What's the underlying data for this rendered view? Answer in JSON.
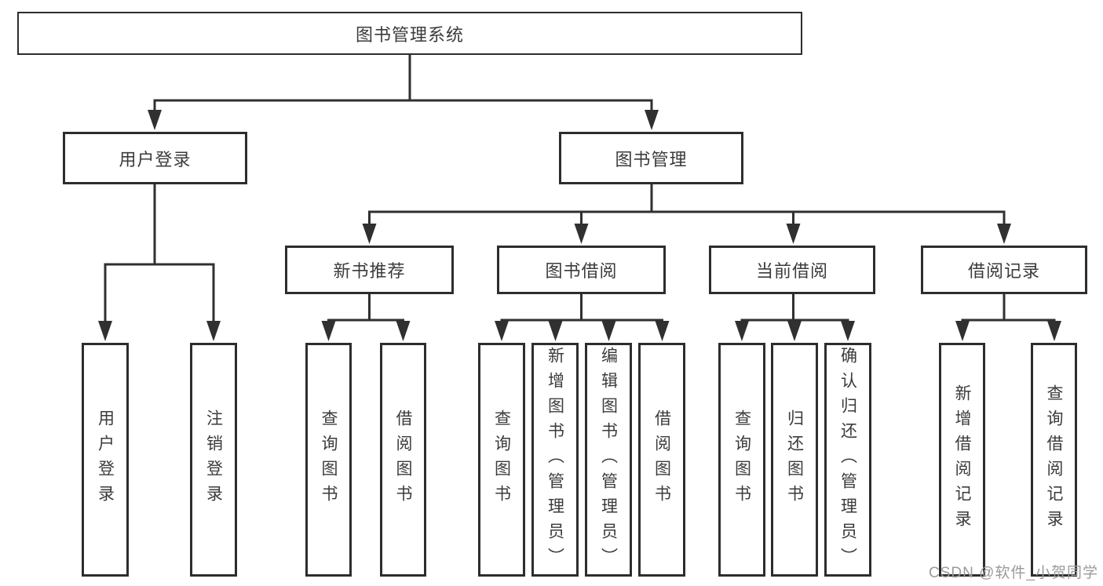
{
  "tree": {
    "root": "图书管理系统",
    "user_login": {
      "label": "用户登录",
      "children": [
        "用户登录",
        "注销登录"
      ]
    },
    "book_mgmt": {
      "label": "图书管理",
      "sections": [
        {
          "label": "新书推荐",
          "children": [
            "查询图书",
            "借阅图书"
          ]
        },
        {
          "label": "图书借阅",
          "children": [
            "查询图书",
            "新增图书（管理员）",
            "编辑图书（管理员）",
            "借阅图书"
          ]
        },
        {
          "label": "当前借阅",
          "children": [
            "查询图书",
            "归还图书",
            "确认归还（管理员）"
          ]
        },
        {
          "label": "借阅记录",
          "children": [
            "新增借阅记录",
            "查询借阅记录"
          ]
        }
      ]
    }
  },
  "watermark": "CSDN @软件_小贺同学",
  "colors": {
    "line": "#303030",
    "box_border": "#2d2d2d",
    "text": "#3b3b3b",
    "watermark_text": "#9b9b9b",
    "background": "#ffffff"
  }
}
